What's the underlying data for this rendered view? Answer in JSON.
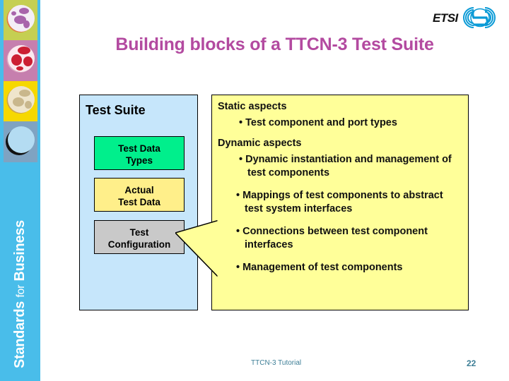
{
  "logo": {
    "wordmark": "ETSI",
    "icon": "etsi-swoosh-globe-icon"
  },
  "sidebar": {
    "background_color": "#49bdea",
    "tagline": {
      "word1": "Standards",
      "word2": "for",
      "word3": "Business"
    },
    "squares": [
      {
        "name": "globe-olive",
        "color": "#c5cf52",
        "icon": "globe-icon"
      },
      {
        "name": "globe-mauve",
        "color": "#c67fae",
        "icon": "globe-icon"
      },
      {
        "name": "globe-yellow",
        "color": "#f6d800",
        "icon": "globe-icon"
      },
      {
        "name": "globe-steel",
        "color": "#7fa3c2",
        "icon": "sphere-icon"
      }
    ]
  },
  "title": {
    "text": "Building blocks of a TTCN-3 Test Suite",
    "color": "#b34aa0"
  },
  "test_suite": {
    "heading": "Test Suite",
    "panel_color": "#c6e6fb",
    "boxes": [
      {
        "label": "Test Data\nTypes",
        "line1": "Test Data",
        "line2": "Types",
        "color": "#00ef8c"
      },
      {
        "label": "Actual\nTest Data",
        "line1": "Actual",
        "line2": "Test Data",
        "color": "#ffef8a"
      },
      {
        "label": "Test\nConfiguration",
        "line1": "Test",
        "line2": "Configuration",
        "color": "#c9c9c9"
      }
    ]
  },
  "aspects": {
    "panel_color": "#ffff99",
    "static_heading": "Static aspects",
    "static_bullets": [
      "• Test component and port types"
    ],
    "dynamic_heading": "Dynamic aspects",
    "dynamic_bullets": [
      "• Dynamic instantiation and management of test components",
      "• Mappings of test components to abstract test system interfaces",
      "• Connections between test component interfaces",
      "• Management of test components"
    ]
  },
  "footer": {
    "label": "TTCN-3 Tutorial",
    "page": "22",
    "color": "#3d7e96"
  }
}
